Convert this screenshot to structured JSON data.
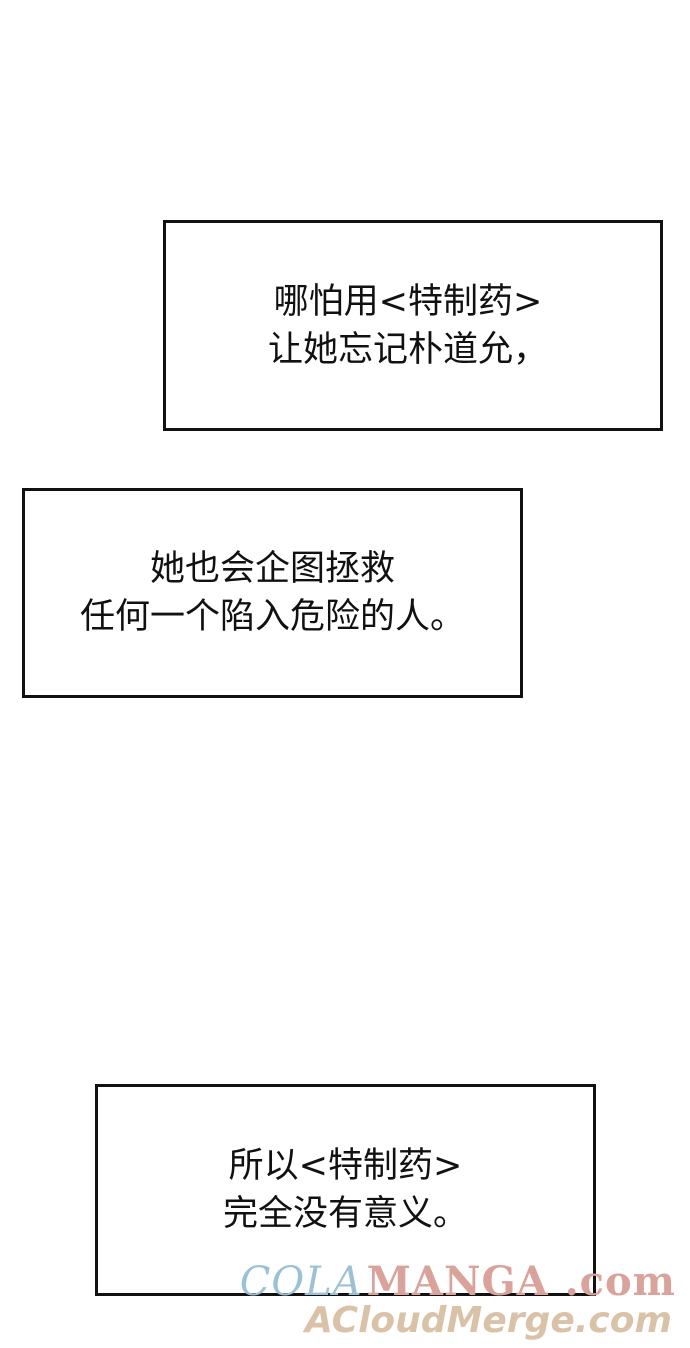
{
  "captions": [
    {
      "lines": [
        "哪怕用<特制药>",
        "让她忘记朴道允，"
      ]
    },
    {
      "lines": [
        "她也会企图拯救",
        "任何一个陷入危险的人。"
      ]
    },
    {
      "lines": [
        "所以<特制药>",
        "完全没有意义。"
      ]
    }
  ],
  "watermark": {
    "cola": "COLA",
    "manga": "MANGA",
    "dotcom": ".com",
    "line2": "ACloudMerge.com"
  },
  "colors": {
    "border": "#111111",
    "text": "#111111",
    "background": "#ffffff",
    "watermark_blue": "#9cc1d4",
    "watermark_rose": "#d9a39b",
    "watermark_tan": "#d7bca0"
  }
}
